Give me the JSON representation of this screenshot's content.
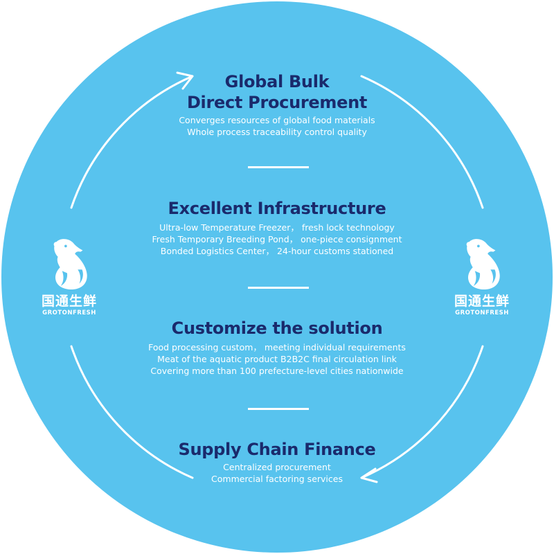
{
  "sections": [
    {
      "title_lines": [
        "Global Bulk",
        "Direct Procurement"
      ],
      "lines": [
        "Converges resources of global food materials",
        "Whole process traceability control quality"
      ]
    },
    {
      "title_lines": [
        "Excellent Infrastructure"
      ],
      "lines": [
        "Ultra-low Temperature Freezer， fresh lock technology",
        "Fresh Temporary Breeding Pond， one-piece consignment",
        "Bonded Logistics Center， 24-hour customs stationed"
      ]
    },
    {
      "title_lines": [
        "Customize the solution"
      ],
      "lines": [
        "Food processing custom， meeting individual requirements",
        "Meat of the aquatic product B2B2C final circulation link",
        "Covering more than 100 prefecture-level cities nationwide"
      ]
    },
    {
      "title_lines": [
        "Supply Chain Finance"
      ],
      "lines": [
        "Centralized procurement",
        "Commercial factoring services"
      ]
    }
  ],
  "brand": {
    "name_cn": "国通生鲜",
    "name_en": "GROTONFRESH",
    "icon": "polar-bear-icon"
  },
  "colors": {
    "circle": "#58c3ee",
    "title": "#1a2a6c",
    "text": "#ffffff"
  }
}
